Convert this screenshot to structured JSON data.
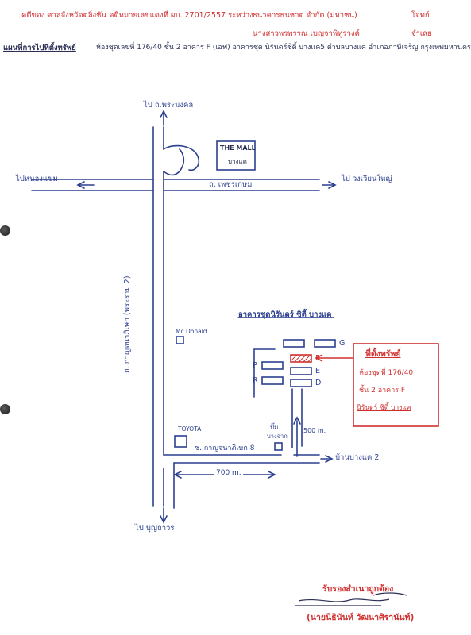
{
  "header": {
    "line1": {
      "court_case": "คดีของ ศาลจังหวัดตลิ่งชัน  คดีหมายเลขแดงที่ ผบ. 2701/2557 ระหว่าง",
      "plaintiff": "ธนาคารธนชาต จำกัด (มหาชน)",
      "plaintiff_role": "โจทก์"
    },
    "line2": {
      "defendant": "นางสาวพรพรรณ  เบญจาพิทูรวงค์",
      "defendant_role": "จำเลย"
    },
    "line3": {
      "label": "แผนที่การไปที่ตั้งทรัพย์",
      "location": "ห้องชุดเลขที่ 176/40  ชั้น 2  อาคาร F (เอฟ)  อาคารชุด  นิรันดร์ซิตี้ บางแค5  ตำบลบางแค  อำเภอภาษีเจริญ  กรุงเทพมหานคร"
    }
  },
  "map": {
    "to_north": "ไป ถ.พระมงคล",
    "to_west": "ไปหนองแขม",
    "the_mall_line1": "THE MALL",
    "the_mall_line2": "บางแค",
    "road_phetkasem": "ถ. เพชรเกษม",
    "to_east": "ไป วงเวียนใหญ่",
    "road_vertical": "ถ. กาญจนาภิเษก (พระราม 2)",
    "condo_title": "อาคารชุดนิรันดร์ ซิตี้ บางแค",
    "mcdonald": "Mc Donald",
    "bld_g": "G",
    "bld_f": "F",
    "bld_e": "E",
    "bld_d": "D",
    "bld_p": "P",
    "bld_r": "R",
    "note_line1": "ที่ตั้งทรัพย์",
    "note_line2": "ห้องชุดที่ 176/40",
    "note_line3": "ชั้น 2 อาคาร F",
    "note_line4": "นิรันดร์ ซิตี้ บางแค",
    "toyota": "TOYOTA",
    "pump_line1": "ปั๊ม",
    "pump_line2": "บางจาก",
    "dist_500": "500 m.",
    "soi": "ซ. กาญจนาภิเษก 8",
    "dist_700": "700 m.",
    "to_bangkae2": "บ้านบางแค 2",
    "to_south": "ไป บุญถาวร"
  },
  "footer": {
    "certify": "รับรองสำเนาถูกต้อง",
    "signer": "(นายนิธินันท์ วัฒนาศิรานันท์)"
  },
  "colors": {
    "ink_blue": "#2b3f8f",
    "ink_red": "#d03030"
  }
}
